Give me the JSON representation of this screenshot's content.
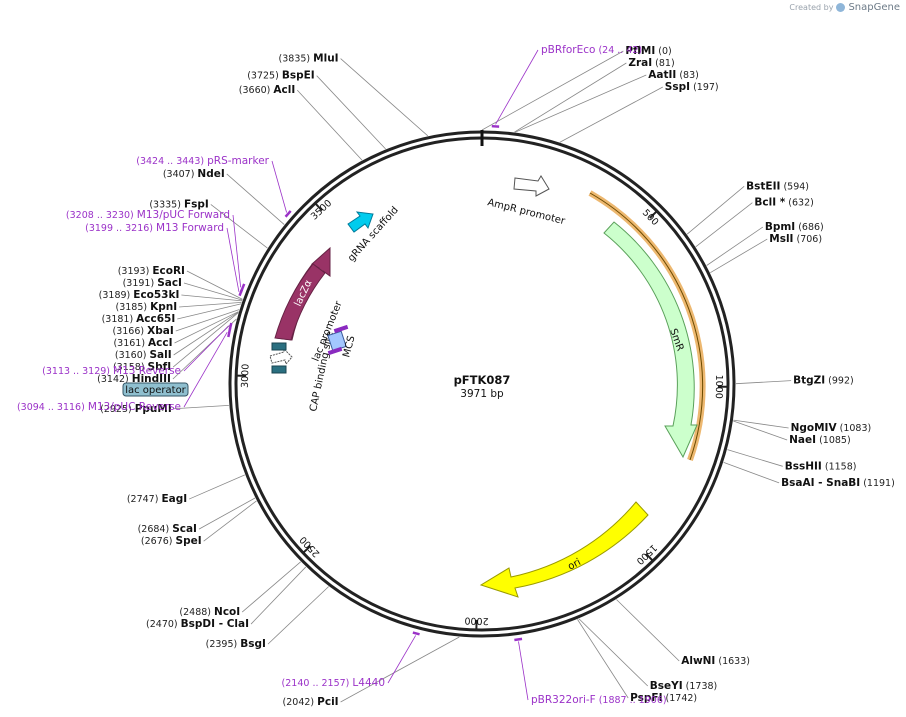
{
  "credit": {
    "prefix": "Created by",
    "brand": "SnapGene"
  },
  "plasmid": {
    "name": "pFTK087",
    "length_label": "3971 bp",
    "length": 3971
  },
  "ticks": [
    {
      "bp": 500,
      "label": "500"
    },
    {
      "bp": 1000,
      "label": "1000"
    },
    {
      "bp": 1500,
      "label": "1500"
    },
    {
      "bp": 2000,
      "label": "2000"
    },
    {
      "bp": 2500,
      "label": "2500"
    },
    {
      "bp": 3000,
      "label": "3000"
    },
    {
      "bp": 3500,
      "label": "3500"
    }
  ],
  "enzymes": [
    {
      "bp": 0,
      "name": "PflMI",
      "pos": "(0)"
    },
    {
      "bp": 81,
      "name": "ZraI",
      "pos": "(81)"
    },
    {
      "bp": 83,
      "name": "AatII",
      "pos": "(83)"
    },
    {
      "bp": 197,
      "name": "SspI",
      "pos": "(197)"
    },
    {
      "bp": 594,
      "name": "BstEII",
      "pos": "(594)"
    },
    {
      "bp": 632,
      "name": "BclI *",
      "pos": "(632)"
    },
    {
      "bp": 686,
      "name": "BpmI",
      "pos": "(686)"
    },
    {
      "bp": 706,
      "name": "MslI",
      "pos": "(706)"
    },
    {
      "bp": 992,
      "name": "BtgZI",
      "pos": "(992)"
    },
    {
      "bp": 1083,
      "name": "NgoMIV",
      "pos": "(1083)"
    },
    {
      "bp": 1085,
      "name": "NaeI",
      "pos": "(1085)"
    },
    {
      "bp": 1158,
      "name": "BssHII",
      "pos": "(1158)"
    },
    {
      "bp": 1191,
      "name": "BsaAI",
      "name2": "- SnaBI",
      "pos": "(1191)"
    },
    {
      "bp": 1633,
      "name": "AlwNI",
      "pos": "(1633)"
    },
    {
      "bp": 1738,
      "name": "BseYI",
      "pos": "(1738)"
    },
    {
      "bp": 1742,
      "name": "PspFI",
      "pos": "(1742)"
    },
    {
      "bp": 2042,
      "name": "PciI",
      "pos": "(2042)"
    },
    {
      "bp": 2395,
      "name": "BsgI",
      "pos": "(2395)"
    },
    {
      "bp": 2470,
      "name": "BspDI",
      "name2": "- ClaI",
      "pos": "(2470)"
    },
    {
      "bp": 2488,
      "name": "NcoI",
      "pos": "(2488)"
    },
    {
      "bp": 2676,
      "name": "SpeI",
      "pos": "(2676)"
    },
    {
      "bp": 2684,
      "name": "ScaI",
      "pos": "(2684)"
    },
    {
      "bp": 2747,
      "name": "EagI",
      "pos": "(2747)"
    },
    {
      "bp": 2925,
      "name": "PpuMI",
      "pos": "(2925)"
    },
    {
      "bp": 3142,
      "name": "HindIII",
      "pos": "(3142)"
    },
    {
      "bp": 3158,
      "name": "SbfI",
      "pos": "(3158)"
    },
    {
      "bp": 3160,
      "name": "SalI",
      "pos": "(3160)"
    },
    {
      "bp": 3161,
      "name": "AccI",
      "pos": "(3161)"
    },
    {
      "bp": 3166,
      "name": "XbaI",
      "pos": "(3166)"
    },
    {
      "bp": 3181,
      "name": "Acc65I",
      "pos": "(3181)"
    },
    {
      "bp": 3185,
      "name": "KpnI",
      "pos": "(3185)"
    },
    {
      "bp": 3189,
      "name": "Eco53kI",
      "pos": "(3189)"
    },
    {
      "bp": 3191,
      "name": "SacI",
      "pos": "(3191)"
    },
    {
      "bp": 3193,
      "name": "EcoRI",
      "pos": "(3193)"
    },
    {
      "bp": 3335,
      "name": "FspI",
      "pos": "(3335)"
    },
    {
      "bp": 3407,
      "name": "NdeI",
      "pos": "(3407)"
    },
    {
      "bp": 3660,
      "name": "AclI",
      "pos": "(3660)"
    },
    {
      "bp": 3725,
      "name": "BspEI",
      "pos": "(3725)"
    },
    {
      "bp": 3835,
      "name": "MluI",
      "pos": "(3835)"
    }
  ],
  "primers": [
    {
      "start": 24,
      "end": 42,
      "name": "pBRforEco",
      "range": "(24 .. 42)"
    },
    {
      "start": 1887,
      "end": 1906,
      "name": "pBR322ori-F",
      "range": "(1887 .. 1906)"
    },
    {
      "start": 2140,
      "end": 2157,
      "name": "L4440",
      "range": "(2140 .. 2157)"
    },
    {
      "start": 3094,
      "end": 3116,
      "name": "M13/pUC Reverse",
      "range": "(3094 .. 3116)"
    },
    {
      "start": 3113,
      "end": 3129,
      "name": "M13 Reverse",
      "range": "(3113 .. 3129)"
    },
    {
      "start": 3199,
      "end": 3216,
      "name": "M13 Forward",
      "range": "(3199 .. 3216)"
    },
    {
      "start": 3208,
      "end": 3230,
      "name": "M13/pUC Forward",
      "range": "(3208 .. 3230)"
    },
    {
      "start": 3424,
      "end": 3443,
      "name": "pRS-marker",
      "range": "(3424 .. 3443)"
    }
  ],
  "features": [
    {
      "name": "AmpR promoter",
      "color": "#ffffff",
      "stroke": "#555555"
    },
    {
      "name": "SmR",
      "color": "#ccffcc",
      "stroke": "#5aa05a"
    },
    {
      "name": "ori",
      "color": "#ffff00",
      "stroke": "#9a9a00"
    },
    {
      "name": "lacZα",
      "color": "#993366",
      "stroke": "#662244"
    },
    {
      "name": "gRNA scaffold",
      "color": "#00ccee",
      "stroke": "#007a99"
    },
    {
      "name": "lac promoter",
      "color": "#ffffff",
      "stroke": "#555555"
    },
    {
      "name": "CAP binding site",
      "color": "#2a6f80",
      "stroke": "#1a4450"
    },
    {
      "name": "MCS",
      "color": "#a3c7ff",
      "stroke": "#3a5a99"
    },
    {
      "name": "lac operator",
      "color": "#8fbfcf",
      "stroke": "#335566"
    }
  ]
}
